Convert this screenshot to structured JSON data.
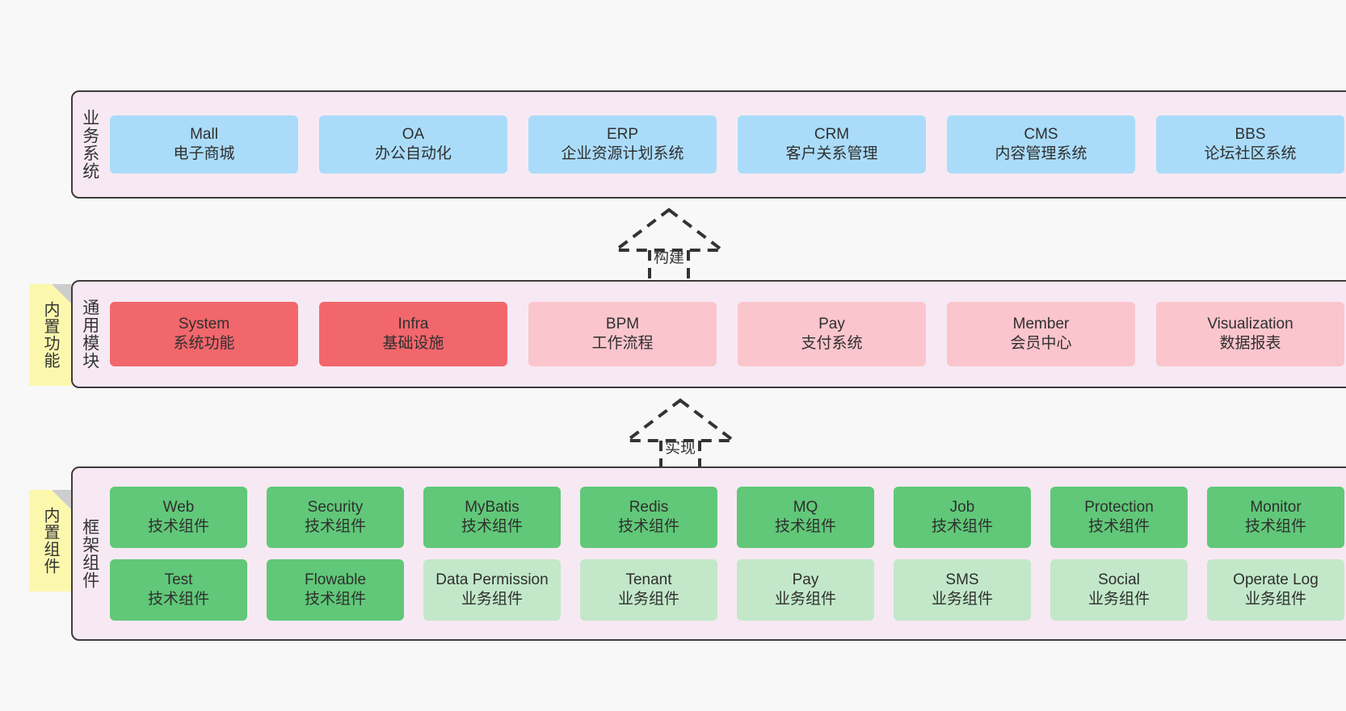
{
  "diagram": {
    "background": "#f8f8f8",
    "layer_fill": "#f7e9f3",
    "layer_border": "#3c3c3c",
    "note_fill": "#fbf8ad",
    "colors": {
      "business": "#aadcfa",
      "core_module": "#f2676c",
      "module": "#fbc5cd",
      "tech_component": "#60c878",
      "biz_component": "#c2e8c9"
    }
  },
  "layers": {
    "business": {
      "label": "业务系统",
      "nodes": [
        {
          "title": "Mall",
          "sub": "电子商城"
        },
        {
          "title": "OA",
          "sub": "办公自动化"
        },
        {
          "title": "ERP",
          "sub": "企业资源计划系统"
        },
        {
          "title": "CRM",
          "sub": "客户关系管理"
        },
        {
          "title": "CMS",
          "sub": "内容管理系统"
        },
        {
          "title": "BBS",
          "sub": "论坛社区系统"
        }
      ]
    },
    "common": {
      "label": "通用模块",
      "note": "内置功能",
      "nodes": [
        {
          "title": "System",
          "sub": "系统功能"
        },
        {
          "title": "Infra",
          "sub": "基础设施"
        },
        {
          "title": "BPM",
          "sub": "工作流程"
        },
        {
          "title": "Pay",
          "sub": "支付系统"
        },
        {
          "title": "Member",
          "sub": "会员中心"
        },
        {
          "title": "Visualization",
          "sub": "数据报表"
        }
      ]
    },
    "framework": {
      "label": "框架组件",
      "note": "内置组件",
      "row1": [
        {
          "title": "Web",
          "sub": "技术组件"
        },
        {
          "title": "Security",
          "sub": "技术组件"
        },
        {
          "title": "MyBatis",
          "sub": "技术组件"
        },
        {
          "title": "Redis",
          "sub": "技术组件"
        },
        {
          "title": "MQ",
          "sub": "技术组件"
        },
        {
          "title": "Job",
          "sub": "技术组件"
        },
        {
          "title": "Protection",
          "sub": "技术组件"
        },
        {
          "title": "Monitor",
          "sub": "技术组件"
        }
      ],
      "row2": [
        {
          "title": "Test",
          "sub": "技术组件"
        },
        {
          "title": "Flowable",
          "sub": "技术组件"
        },
        {
          "title": "Data Permission",
          "sub": "业务组件"
        },
        {
          "title": "Tenant",
          "sub": "业务组件"
        },
        {
          "title": "Pay",
          "sub": "业务组件"
        },
        {
          "title": "SMS",
          "sub": "业务组件"
        },
        {
          "title": "Social",
          "sub": "业务组件"
        },
        {
          "title": "Operate Log",
          "sub": "业务组件"
        }
      ]
    }
  },
  "connectors": [
    {
      "label": "构建"
    },
    {
      "label": "实现"
    }
  ]
}
